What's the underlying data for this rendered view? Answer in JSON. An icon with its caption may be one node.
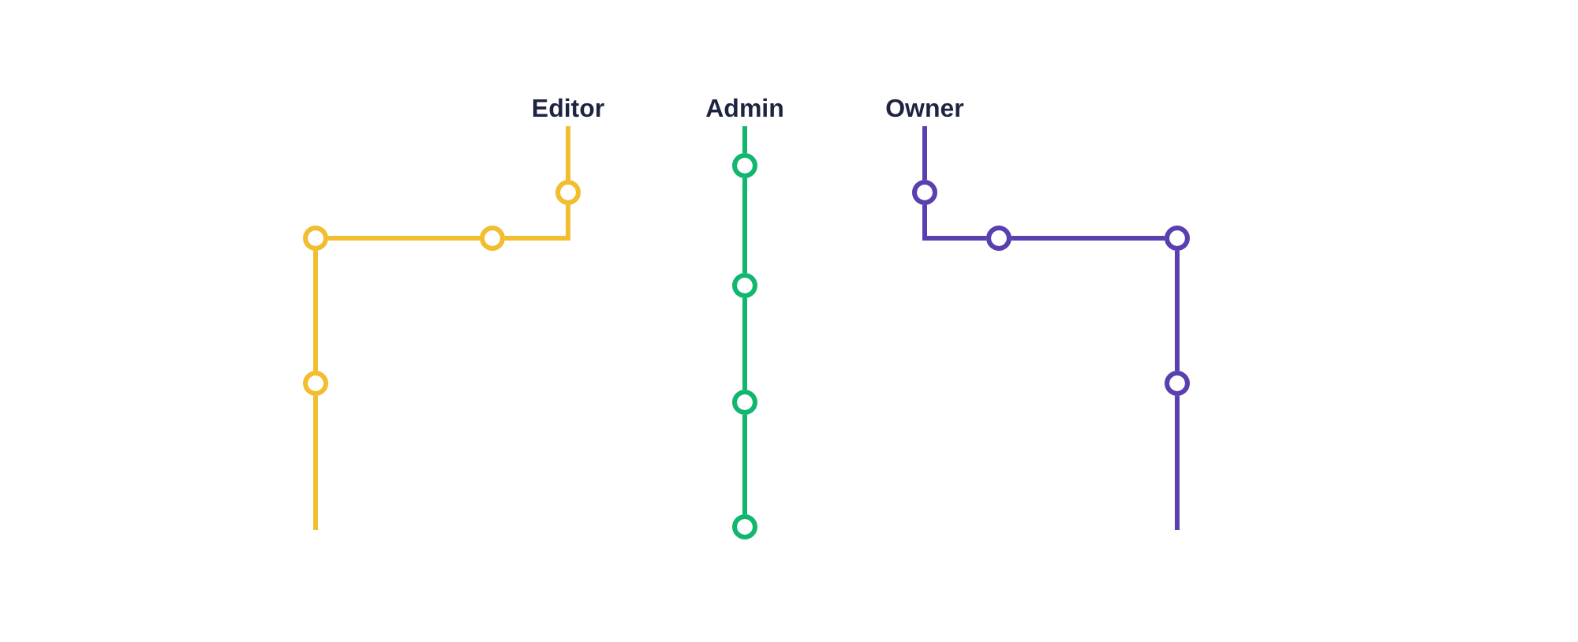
{
  "diagram": {
    "nodes": [
      {
        "text": [
          "Editor"
        ]
      },
      {
        "text": [],
        "shape": "circle"
      },
      {
        "text": [],
        "shape": "circle"
      },
      {
        "text": [],
        "shape": "circle"
      },
      {
        "text": [],
        "shape": "circle"
      },
      {
        "text": [
          "Admin"
        ]
      },
      {
        "text": [],
        "shape": "circle"
      },
      {
        "text": [],
        "shape": "circle"
      },
      {
        "text": [],
        "shape": "circle"
      },
      {
        "text": [],
        "shape": "circle"
      },
      {
        "text": [
          "Owner"
        ]
      },
      {
        "text": [],
        "shape": "circle"
      },
      {
        "text": [],
        "shape": "circle"
      },
      {
        "text": [],
        "shape": "circle"
      },
      {
        "text": [],
        "shape": "circle"
      }
    ],
    "edges": [
      {
        "from": 0,
        "to": 1,
        "arrow": "none",
        "color": "#f2bd2f"
      },
      {
        "from": 1,
        "to": 2,
        "arrow": "none",
        "color": "#f2bd2f"
      },
      {
        "from": 2,
        "to": 3,
        "arrow": "none",
        "color": "#f2bd2f"
      },
      {
        "from": 3,
        "to": 4,
        "arrow": "none",
        "color": "#f2bd2f"
      },
      {
        "from": 4,
        "to": null,
        "arrow": "none",
        "color": "#f2bd2f"
      },
      {
        "from": 5,
        "to": 6,
        "arrow": "none",
        "color": "#12b76f"
      },
      {
        "from": 6,
        "to": 7,
        "arrow": "none",
        "color": "#12b76f"
      },
      {
        "from": 7,
        "to": 8,
        "arrow": "none",
        "color": "#12b76f"
      },
      {
        "from": 8,
        "to": 9,
        "arrow": "none",
        "color": "#12b76f"
      },
      {
        "from": 10,
        "to": 11,
        "arrow": "none",
        "color": "#5a3fae"
      },
      {
        "from": 11,
        "to": 12,
        "arrow": "none",
        "color": "#5a3fae"
      },
      {
        "from": 12,
        "to": 13,
        "arrow": "none",
        "color": "#5a3fae"
      },
      {
        "from": 13,
        "to": 14,
        "arrow": "none",
        "color": "#5a3fae"
      },
      {
        "from": 14,
        "to": null,
        "arrow": "none",
        "color": "#5a3fae"
      }
    ]
  }
}
